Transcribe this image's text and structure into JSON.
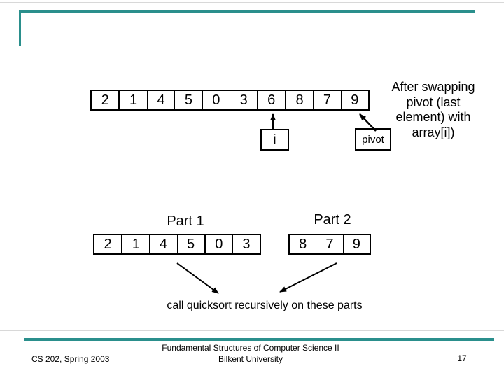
{
  "slide": {
    "arrays": {
      "top": [
        "2",
        "1",
        "4",
        "5",
        "0",
        "3",
        "6",
        "8",
        "7",
        "9"
      ],
      "part1": [
        "2",
        "1",
        "4",
        "5",
        "0",
        "3"
      ],
      "part2": [
        "8",
        "7",
        "9"
      ]
    },
    "labels": {
      "index_pointer": "i",
      "pivot": "pivot",
      "part1": "Part 1",
      "part2": "Part 2"
    },
    "annotation_lines": {
      "line1": "After swapping",
      "line2": "pivot (last",
      "line3": "element) with",
      "line4": "array[i])"
    },
    "caption": "call quicksort recursively on these parts",
    "footer": {
      "left": "CS 202, Spring 2003",
      "center_line1": "Fundamental Structures of Computer Science II",
      "center_line2": "Bilkent University",
      "page_number": "17"
    },
    "colors": {
      "accent_teal": "#2a8f8c",
      "line_black": "#000000",
      "hairline_gray": "#d8d8d8"
    }
  }
}
